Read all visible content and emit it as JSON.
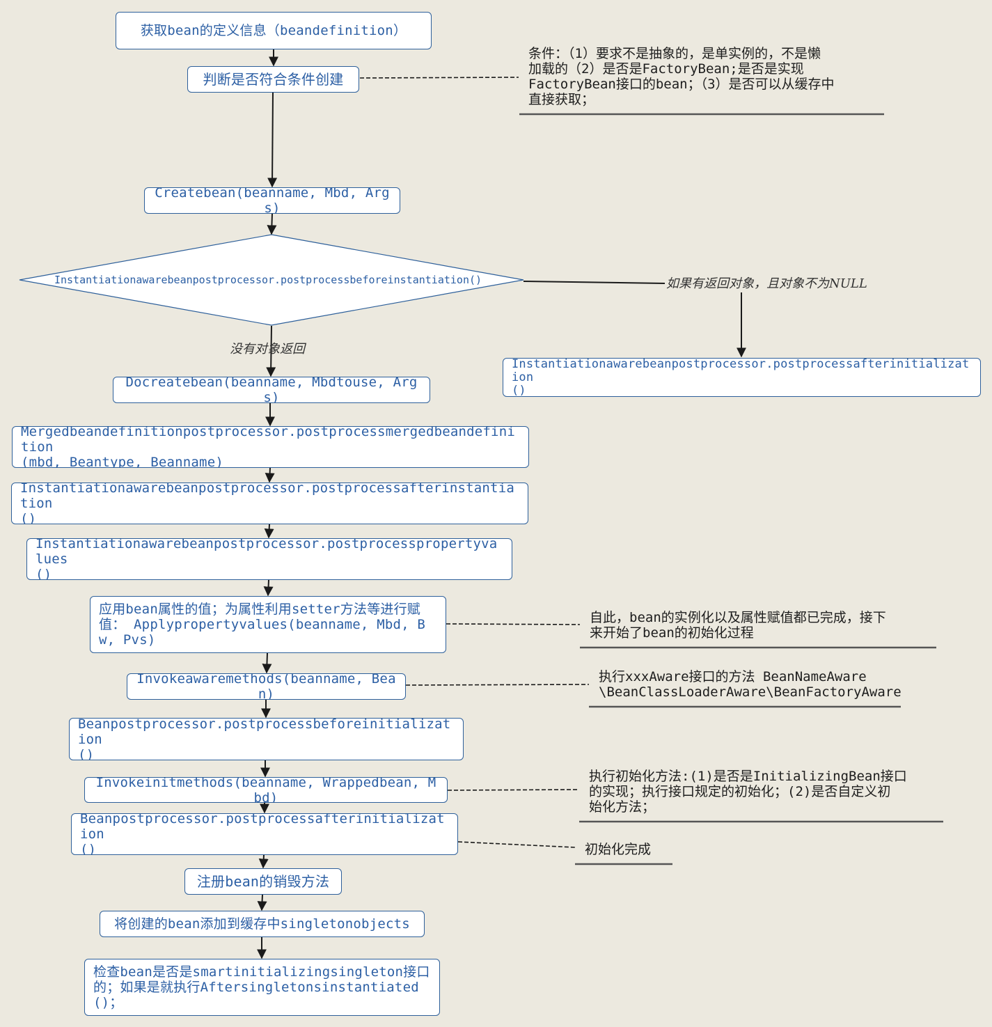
{
  "nodes": {
    "get_definition": "获取bean的定义信息（beandefinition）",
    "check_condition": "判断是否符合条件创建",
    "create_bean": "Createbean(beanname, Mbd, Args)",
    "before_instantiation": "Instantiationawarebeanpostprocessor.postprocessbeforeinstantiation()",
    "after_initialization_shortcut": "Instantiationawarebeanpostprocessor.postprocessafterinitialization\n()",
    "do_create_bean": "Docreatebean(beanname, Mbdtouse, Args)",
    "merged_definition": "Mergedbeandefinitionpostprocessor.postprocessmergedbeandefinition\n(mbd, Beantype, Beanname)",
    "after_instantiation": "Instantiationawarebeanpostprocessor.postprocessafterinstantiation\n()",
    "property_values": "Instantiationawarebeanpostprocessor.postprocesspropertyvalues\n()",
    "apply_properties": "应用bean属性的值；为属性利用setter方法等进行赋值： Applypropertyvalues(beanname, Mbd, Bw, Pvs)",
    "aware_methods": "Invokeawaremethods(beanname, Bean)",
    "before_initialization": "Beanpostprocessor.postprocessbeforeinitialization\n()",
    "init_methods": "Invokeinitmethods(beanname, Wrappedbean, Mbd)",
    "after_initialization": "Beanpostprocessor.postprocessafterinitialization\n()",
    "register_destroy": "注册bean的销毁方法",
    "add_cache": "将创建的bean添加到缓存中singletonobjects",
    "smart_singleton": "检查bean是否是smartinitializingsingleton接口的；如果是就执行Aftersingletonsinstantiated()；"
  },
  "edge_labels": {
    "has_return": "如果有返回对象，且对象不为NULL",
    "no_return": "没有对象返回"
  },
  "notes": {
    "condition_note": "条件：（1）要求不是抽象的，是单实例的，不是懒\n加载的（2）是否是FactoryBean;是否是实现\nFactoryBean接口的bean；（3）是否可以从缓存中\n直接获取；",
    "properties_done_note": "自此，bean的实例化以及属性赋值都已完成，接下\n来开始了bean的初始化过程",
    "aware_note": "执行xxxAware接口的方法 BeanNameAware\n\\BeanClassLoaderAware\\BeanFactoryAware",
    "init_note": "执行初始化方法:(1)是否是InitializingBean接口\n的实现；执行接口规定的初始化；(2)是否自定义初\n始化方法；",
    "init_done_note": "初始化完成"
  },
  "colors": {
    "background": "#ece9df",
    "box_border": "#2d5f9a",
    "box_text": "#2c5fa4",
    "line": "#1a1a1a"
  }
}
